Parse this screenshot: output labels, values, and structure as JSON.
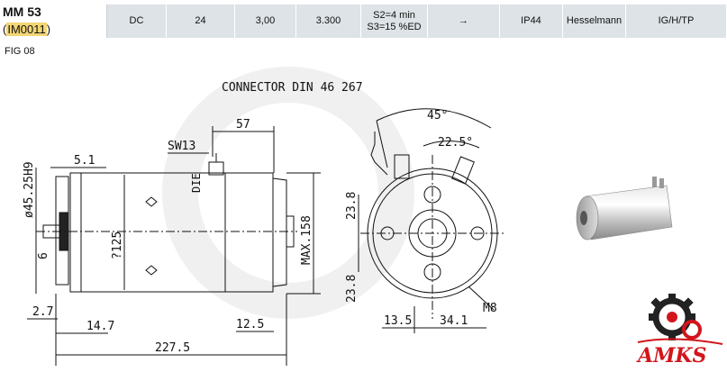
{
  "header": {
    "model": "MM 53",
    "code_open": "(",
    "code": "IM0011",
    "code_close": ")",
    "specs": [
      {
        "lines": [
          "DC"
        ]
      },
      {
        "lines": [
          "24"
        ]
      },
      {
        "lines": [
          "3,00"
        ]
      },
      {
        "lines": [
          "3.300"
        ]
      },
      {
        "lines": [
          "S2=4 min",
          "S3=15 %ED"
        ]
      },
      {
        "lines": [
          "→"
        ]
      },
      {
        "lines": [
          "IP44"
        ]
      },
      {
        "lines": [
          "Hesselmann"
        ]
      },
      {
        "lines": [
          "IG/H/TP"
        ]
      }
    ]
  },
  "figure": {
    "label": "FIG   08",
    "connector_label": "CONNECTOR DIN 46 267",
    "dimensions": {
      "d57": "57",
      "sw13": "SW13",
      "d5_1": "5.1",
      "d45_25": "ø45.25H9",
      "d6": "6",
      "d2_7": "2.7",
      "d14_7": "14.7",
      "d12_5": "12.5",
      "d227_5": "227.5",
      "d125": "?125",
      "max158": "MAX.158",
      "deg45": "45°",
      "deg22_5": "22.5°",
      "d23_8a": "23.8",
      "d23_8b": "23.8",
      "d13_5": "13.5",
      "d34_1": "34.1",
      "m8": "M8",
      "die_mark": "DIE"
    }
  },
  "logo": {
    "text": "AMKS",
    "colors": {
      "red": "#d2151c",
      "gear": "#222222"
    }
  }
}
